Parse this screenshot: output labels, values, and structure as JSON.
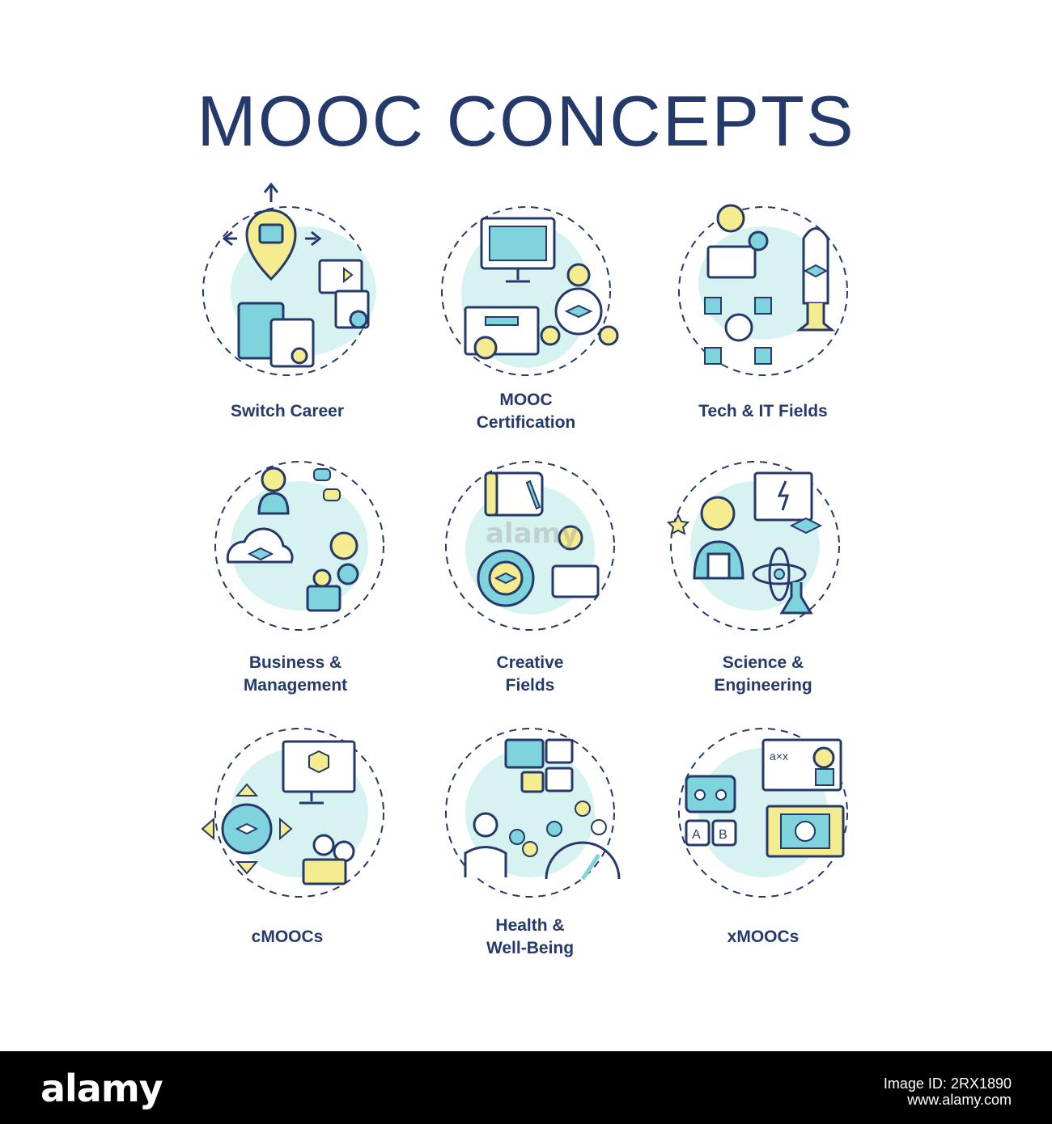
{
  "title": "MOOC CONCEPTS",
  "colors": {
    "stroke": "#25396b",
    "teal": "#7ed3dc",
    "yellow": "#f4ec8e",
    "blob": "#d6f3f1",
    "ring": "#25396b"
  },
  "concepts": [
    {
      "id": "switch-career",
      "lines": [
        "Switch Career"
      ],
      "icon": "career-switch-icon"
    },
    {
      "id": "mooc-certification",
      "lines": [
        "MOOC",
        "Certification"
      ],
      "icon": "certificate-icon"
    },
    {
      "id": "tech-it-fields",
      "lines": [
        "Tech & IT Fields"
      ],
      "icon": "rocket-icon"
    },
    {
      "id": "business-management",
      "lines": [
        "Business &",
        "Management"
      ],
      "icon": "cloud-gear-icon"
    },
    {
      "id": "creative-fields",
      "lines": [
        "Creative",
        "Fields"
      ],
      "icon": "tablet-pen-icon"
    },
    {
      "id": "science-engineering",
      "lines": [
        "Science &",
        "Engineering"
      ],
      "icon": "atom-flask-icon"
    },
    {
      "id": "cmoocs",
      "lines": [
        "cMOOCs"
      ],
      "icon": "network-arrows-icon"
    },
    {
      "id": "health-well-being",
      "lines": [
        "Health &",
        "Well-Being"
      ],
      "icon": "mood-gauge-icon"
    },
    {
      "id": "xmoocs",
      "lines": [
        "xMOOCs"
      ],
      "icon": "video-lesson-icon"
    }
  ],
  "watermark": "alamy",
  "footer": {
    "logo": "alamy",
    "image_id": "Image ID: 2RX1890",
    "site": "www.alamy.com"
  }
}
